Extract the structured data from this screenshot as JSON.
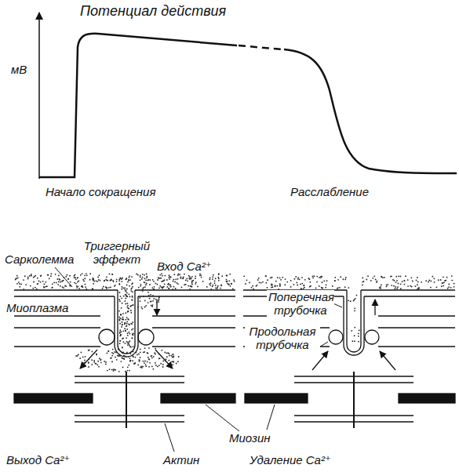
{
  "diagram": {
    "title": "Потенциал действия",
    "labels": [
      "мВ",
      "Начало сокращения",
      "Расслабление",
      "Триггерный эффект",
      "Сарколемма",
      "Вход Ca²⁺",
      "Миоплазма",
      "Поперечная трубочка",
      "Продольная трубочка",
      "Миозин",
      "Актин",
      "Выход Ca²⁺",
      "Удаление Ca²⁺"
    ]
  }
}
